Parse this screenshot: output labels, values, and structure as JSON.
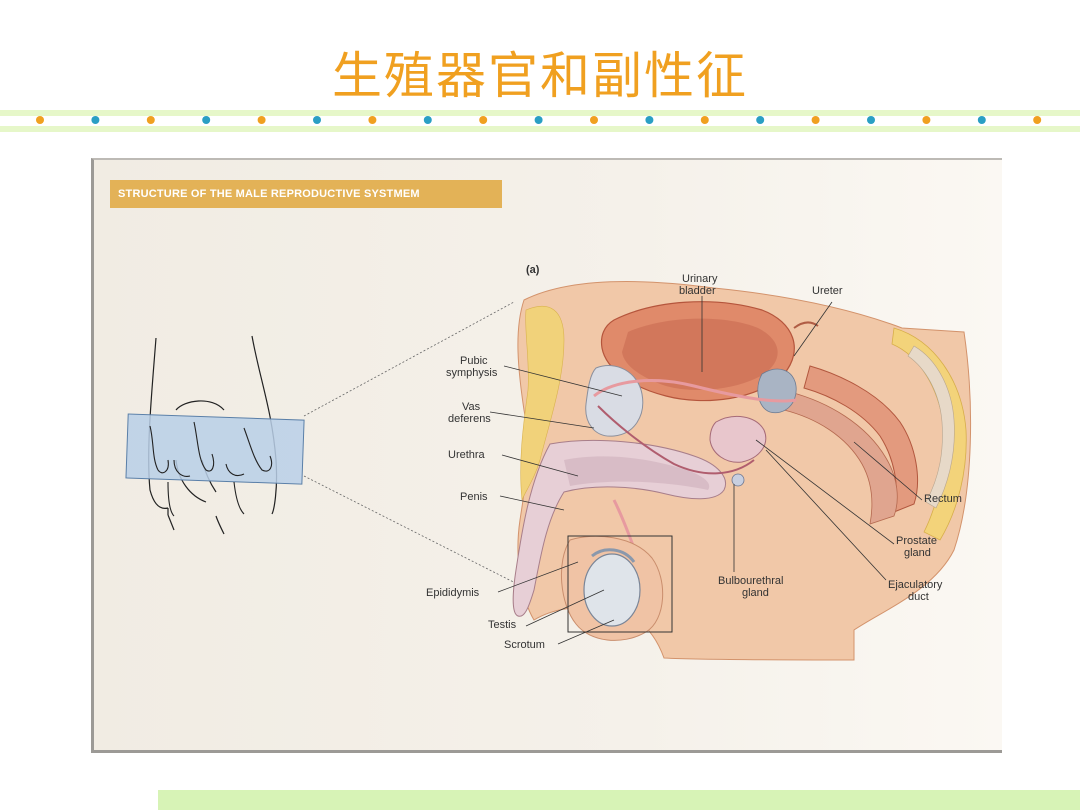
{
  "slide": {
    "title": "生殖器官和副性征"
  },
  "panel": {
    "heading": "STRUCTURE OF THE MALE REPRODUCTIVE SYSTMEM",
    "part_label": "(a)"
  },
  "labels": {
    "urinary_bladder_1": "Urinary",
    "urinary_bladder_2": "bladder",
    "ureter": "Ureter",
    "pubic_symphysis_1": "Pubic",
    "pubic_symphysis_2": "symphysis",
    "vas_deferens_1": "Vas",
    "vas_deferens_2": "deferens",
    "urethra": "Urethra",
    "penis": "Penis",
    "rectum": "Rectum",
    "prostate_1": "Prostate",
    "prostate_2": "gland",
    "bulbourethral_1": "Bulbourethral",
    "bulbourethral_2": "gland",
    "ejaculatory_1": "Ejaculatory",
    "ejaculatory_2": "duct",
    "epididymis": "Epididymis",
    "testis": "Testis",
    "scrotum": "Scrotum"
  },
  "colors": {
    "title": "#f0a020",
    "dot_orange": "#f0a020",
    "dot_blue": "#2a9fc4",
    "band": "#e6f7c9",
    "heading_bg": "#e3b257",
    "footer_bar": "#d7f3b6"
  }
}
